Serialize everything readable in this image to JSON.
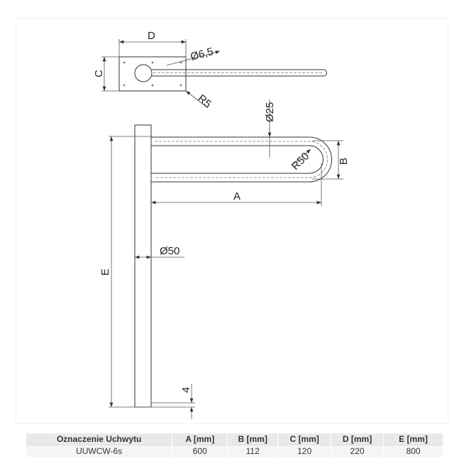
{
  "drawing": {
    "labels": {
      "D": "D",
      "C": "C",
      "hole": "Ø6,5",
      "radius_plate": "R5",
      "tube": "Ø25",
      "bend_radius": "R50",
      "B": "B",
      "A": "A",
      "post": "Ø50",
      "E": "E",
      "gap": "4"
    }
  },
  "table": {
    "headers": [
      "Oznaczenie Uchwytu",
      "A [mm]",
      "B [mm]",
      "C [mm]",
      "D [mm]",
      "E [mm]"
    ],
    "rows": [
      [
        "UUWCW-6s",
        "600",
        "112",
        "120",
        "220",
        "800"
      ]
    ]
  }
}
